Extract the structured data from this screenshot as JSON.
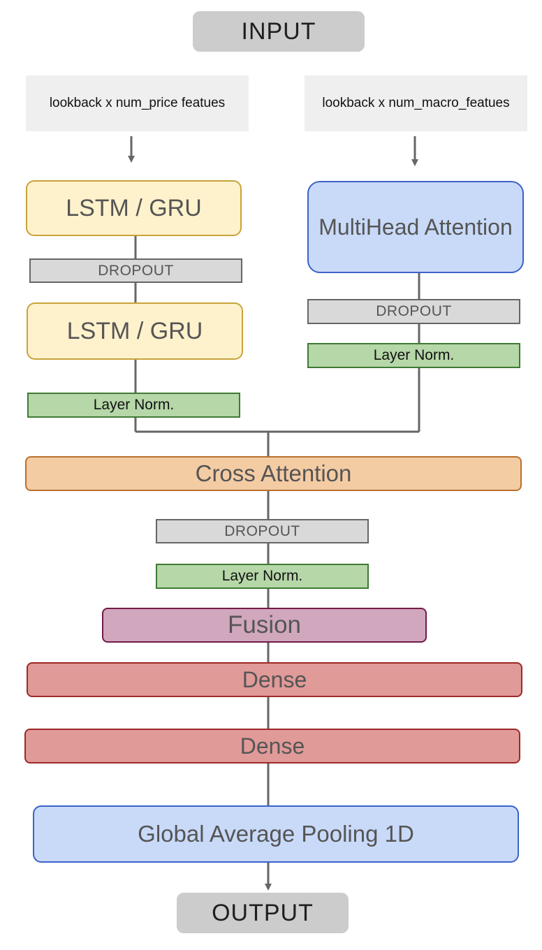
{
  "diagram": {
    "input_label": "INPUT",
    "output_label": "OUTPUT",
    "price_shape": "lookback x num_price featues",
    "macro_shape": "lookback x num_macro_featues",
    "left_branch": {
      "lstm_1": "LSTM / GRU",
      "dropout": "DROPOUT",
      "lstm_2": "LSTM / GRU",
      "layer_norm": "Layer Norm."
    },
    "right_branch": {
      "attention": "MultiHead Attention",
      "dropout": "DROPOUT",
      "layer_norm": "Layer Norm."
    },
    "trunk": {
      "cross_attention": "Cross Attention",
      "dropout": "DROPOUT",
      "layer_norm": "Layer Norm.",
      "fusion": "Fusion",
      "dense_1": "Dense",
      "dense_2": "Dense",
      "pooling": "Global Average Pooling 1D"
    }
  },
  "colors": {
    "connector": "#666666",
    "lstm_fill": "#fef2cc",
    "attention_fill": "#c9daf8",
    "dropout_fill": "#d9d9d9",
    "norm_fill": "#b6d7a8",
    "cross_fill": "#f4cca4",
    "fusion_fill": "#d0a7bd",
    "dense_fill": "#e09a98"
  }
}
